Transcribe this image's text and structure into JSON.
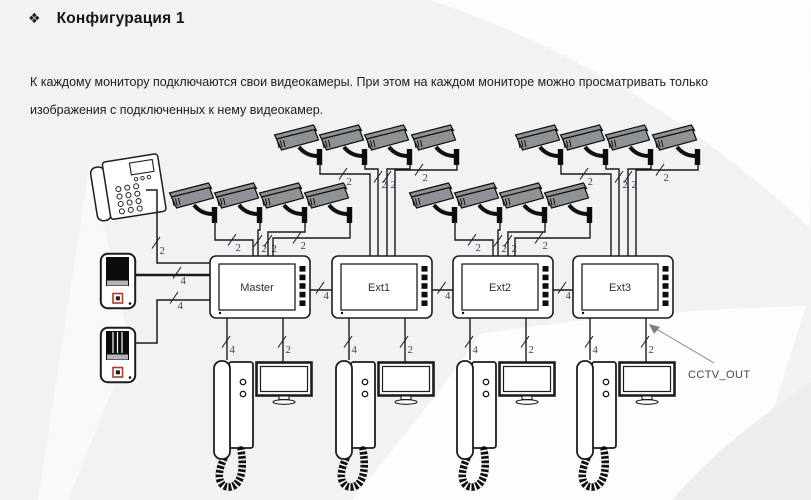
{
  "header": {
    "bullet": "❖",
    "title": "Конфигурация 1"
  },
  "description": {
    "line1": "К каждому монитору подключаются свои видеокамеры. При этом на каждом мониторе можно просматривать только",
    "line2": "изображения с подключенных к нему видеокамер."
  },
  "diagram": {
    "monitors": [
      {
        "label": "Master"
      },
      {
        "label": "Ext1"
      },
      {
        "label": "Ext2"
      },
      {
        "label": "Ext3"
      }
    ],
    "wire_labels": {
      "two": "2",
      "four": "4"
    },
    "annotations": {
      "cctv_out": "CCTV_OUT"
    },
    "devices": {
      "telephone": "desk-telephone-icon",
      "door_station": "door-station-icon",
      "camera": "cctv-camera-icon",
      "handset": "intercom-handset-icon",
      "extra_monitor": "tv-monitor-icon",
      "indoor_monitor": "indoor-monitor-panel"
    }
  },
  "colors": {
    "background": "#f2f2f3",
    "camera_gray": "#8f9294",
    "label_blue": "#33426e",
    "door_red": "#b03a2e",
    "line_dark": "#1b1b1b"
  }
}
